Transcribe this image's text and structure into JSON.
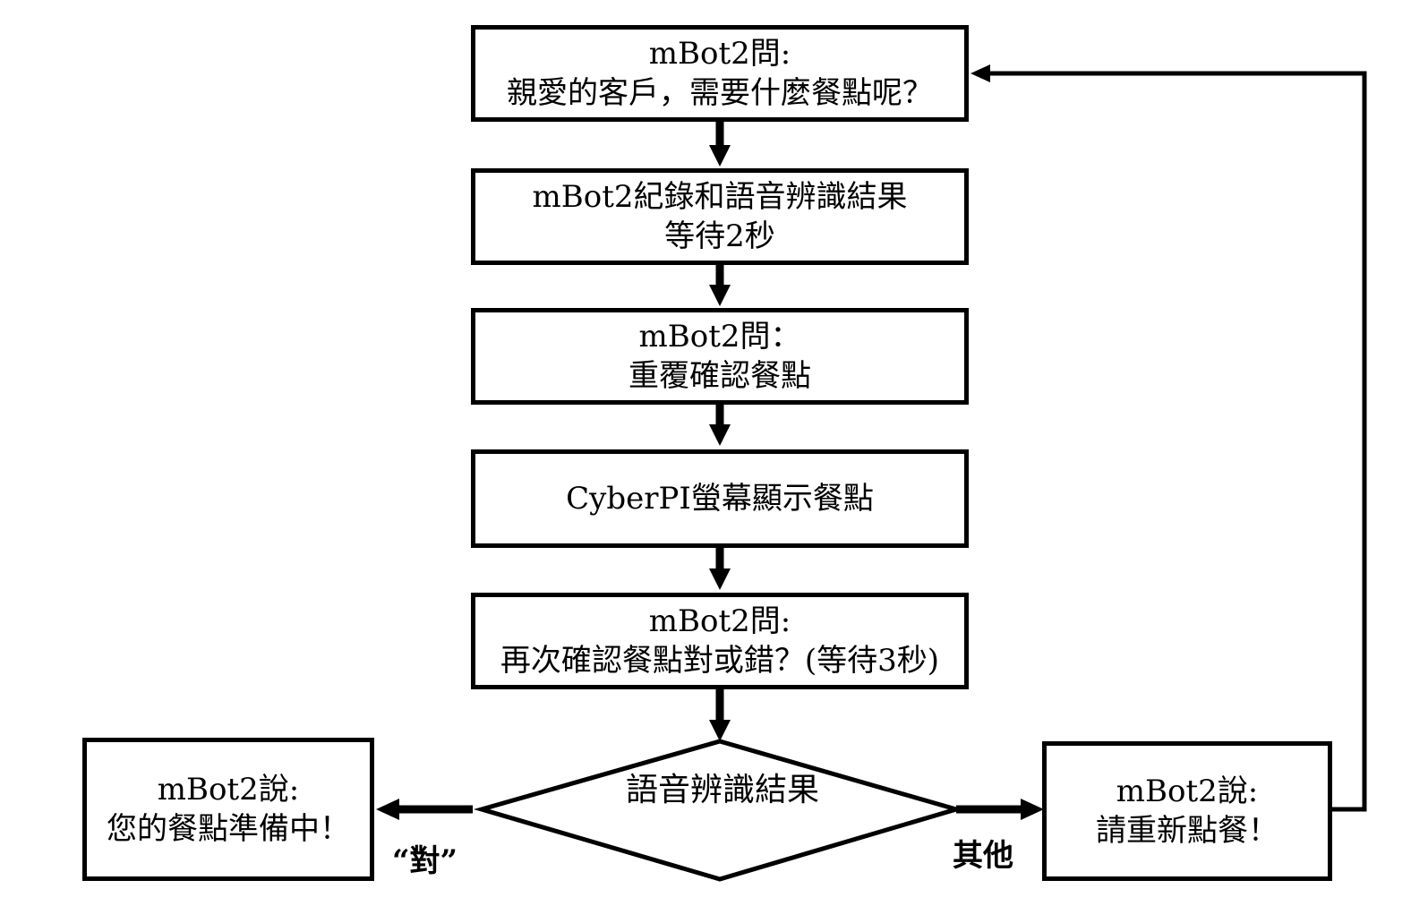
{
  "nodes": {
    "ask_order": {
      "line1": "mBot2問:",
      "line2": "親愛的客戶，需要什麼餐點呢？"
    },
    "record_result": {
      "line1": "mBot2紀錄和語音辨識結果",
      "line2": "等待2秒"
    },
    "repeat_confirm": {
      "line1": "mBot2問：",
      "line2": "重覆確認餐點"
    },
    "display_order": {
      "line1": "CyberPI螢幕顯示餐點"
    },
    "confirm_again": {
      "line1": "mBot2問:",
      "line2": "再次確認餐點對或錯？(等待3秒)"
    },
    "decision": {
      "label": "語音辨識結果"
    },
    "preparing": {
      "line1": "mBot2說:",
      "line2": "您的餐點準備中！"
    },
    "reorder": {
      "line1": "mBot2說:",
      "line2": "請重新點餐！"
    }
  },
  "edges": {
    "yes_label": "“對”",
    "other_label": "其他"
  },
  "colors": {
    "stroke": "#000000",
    "background": "#ffffff"
  }
}
